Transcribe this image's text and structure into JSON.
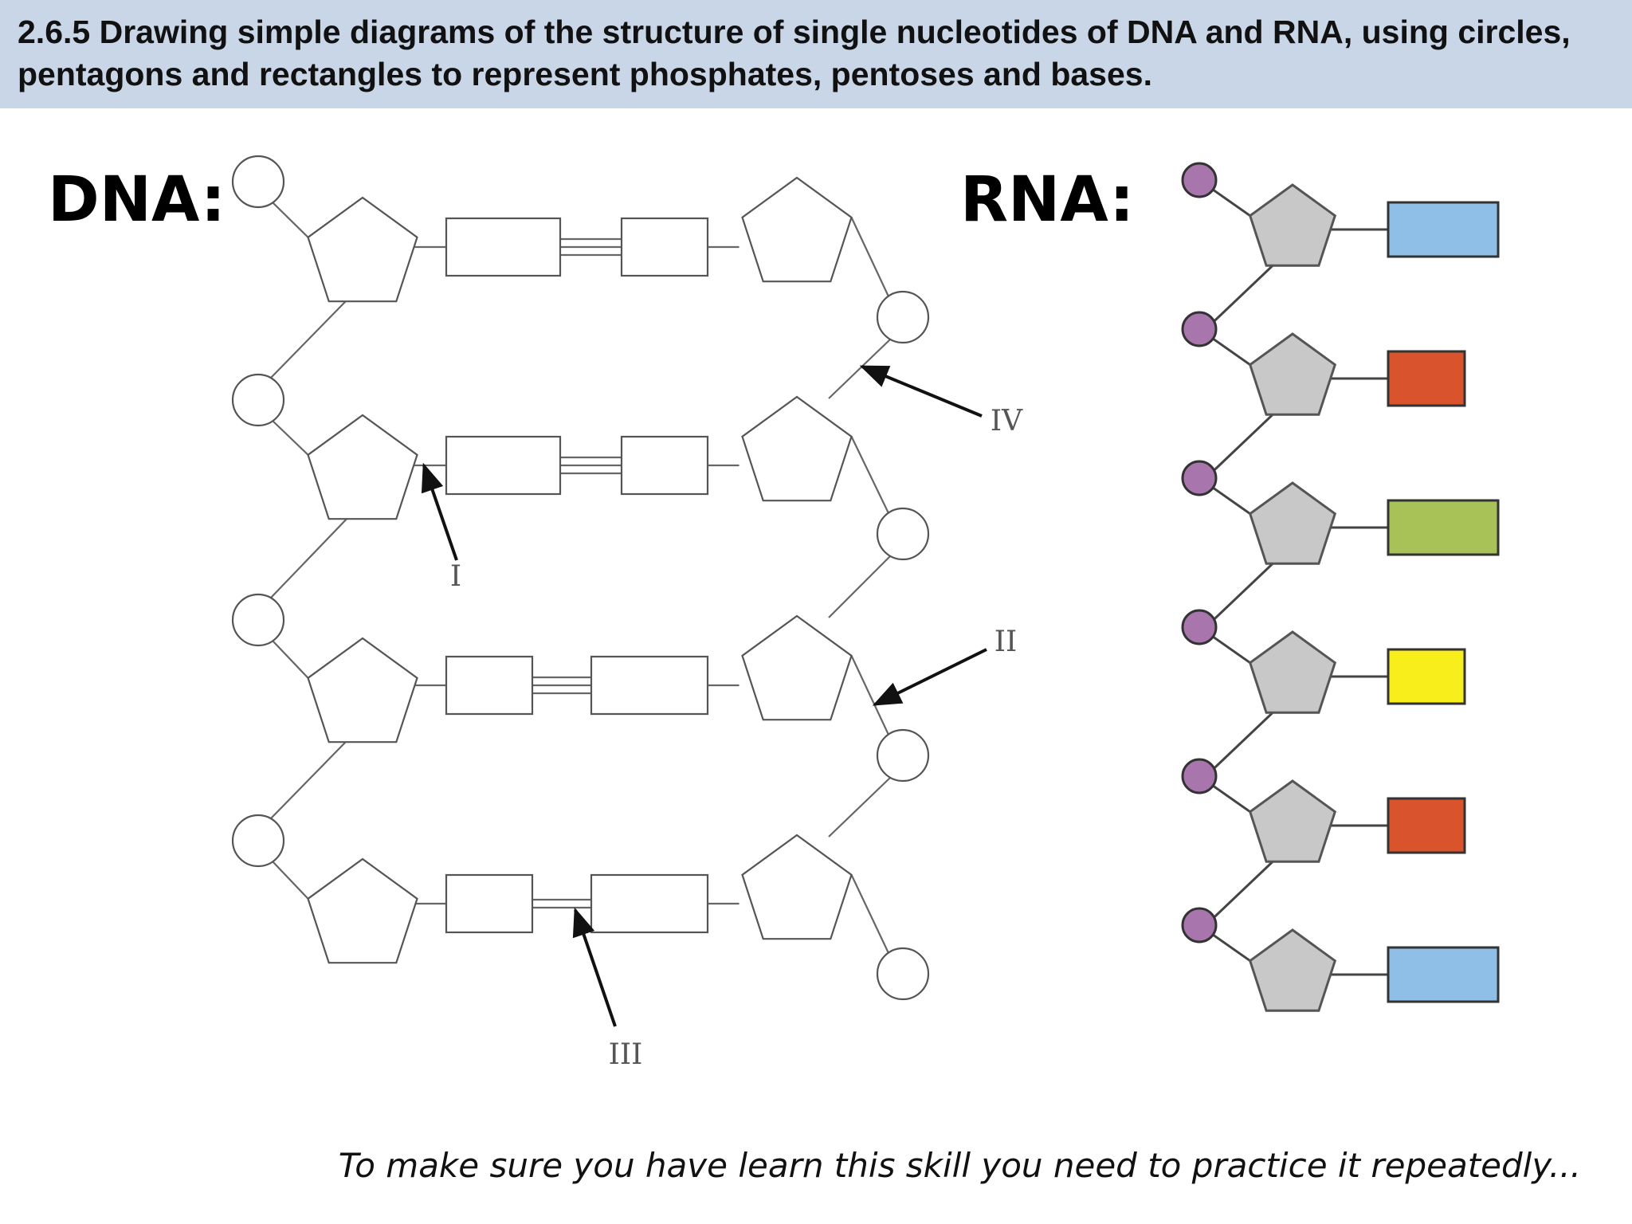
{
  "header": {
    "title": "2.6.5 Drawing simple diagrams of the structure of single nucleotides of DNA and RNA, using circles, pentagons and rectangles to represent phosphates, pentoses and bases."
  },
  "dna": {
    "label": "DNA:",
    "pointer_labels": [
      "I",
      "II",
      "III",
      "IV"
    ]
  },
  "rna": {
    "label": "RNA:",
    "base_colors": [
      "#8fbfe6",
      "#d9542c",
      "#a8c257",
      "#f7ee1c",
      "#d9542c",
      "#8fbfe6"
    ],
    "phosphate_color": "#a876ad",
    "pentose_color": "#c8c8c8"
  },
  "footer": {
    "note": "To make sure you have learn this skill you need to practice it repeatedly..."
  }
}
